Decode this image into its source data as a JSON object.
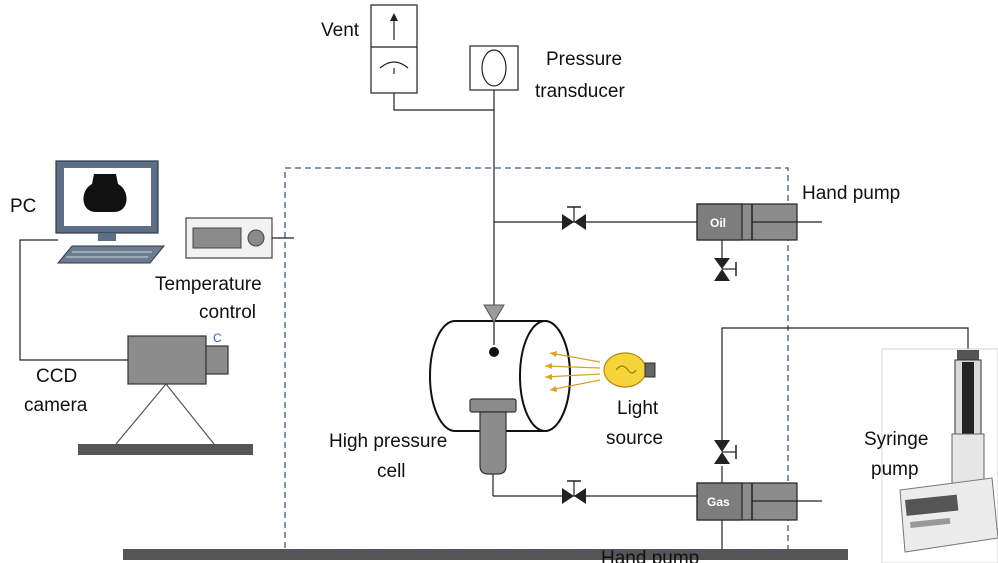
{
  "labels": {
    "vent": "Vent",
    "pressure_transducer_1": "Pressure",
    "pressure_transducer_2": "transducer",
    "pc": "PC",
    "hand_pump_top": "Hand pump",
    "temperature_control_1": "Temperature",
    "temperature_control_2": "control",
    "ccd_camera_1": "CCD",
    "ccd_camera_2": "camera",
    "camera_mark": "C",
    "light_source_1": "Light",
    "light_source_2": "source",
    "high_pressure_cell_1": "High pressure",
    "high_pressure_cell_2": "cell",
    "syringe_pump_1": "Syringe",
    "syringe_pump_2": "pump",
    "hand_pump_bottom": "Hand pump",
    "oil_tag": "Oil",
    "gas_tag": "Gas"
  },
  "colors": {
    "line": "#222222",
    "dashed_box": "#3c5a80",
    "pump_body": "#8c8c8c",
    "camera_body": "#8c8c8c",
    "bulb": "#f7d43a",
    "light_rays": "#e0a020",
    "floor": "#555555",
    "monitor": "#5d6f86"
  }
}
